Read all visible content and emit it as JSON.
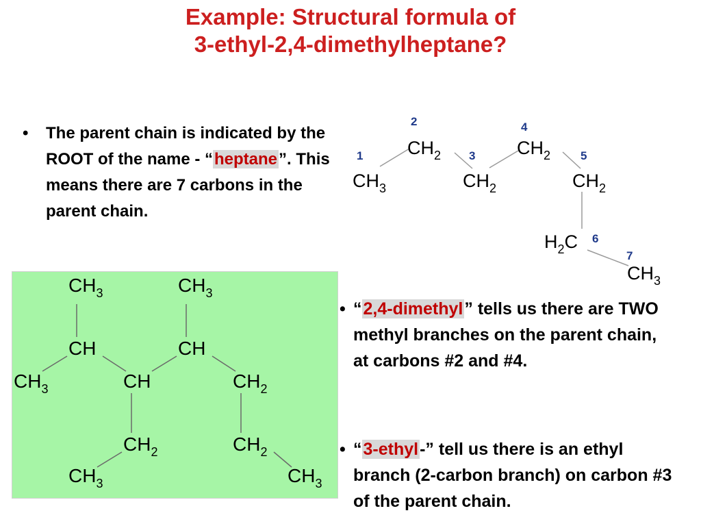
{
  "title": {
    "line1": "Example: Structural formula of",
    "line2": "3-ethyl-2,4-dimethylheptane?"
  },
  "bullets": [
    {
      "marker": "•",
      "pre": "The parent chain is indicated by the ROOT of the name - “",
      "highlight": "heptane",
      "post": "”.  This means there are 7 carbons in the parent chain."
    },
    {
      "marker": "•",
      "pre": "“",
      "highlight": "2,4-dimethyl",
      "post": "” tells us there are TWO methyl branches on the parent chain, at carbons #2 and #4."
    },
    {
      "marker": "•",
      "pre": "“",
      "highlight": "3-ethyl",
      "post": "-” tell us there is an ethyl branch (2-carbon branch) on carbon #3 of the parent chain."
    }
  ],
  "parent_chain": {
    "groups": [
      {
        "base": "CH",
        "sub": "3"
      },
      {
        "base": "CH",
        "sub": "2"
      },
      {
        "base": "CH",
        "sub": "2"
      },
      {
        "base": "CH",
        "sub": "2"
      },
      {
        "base": "CH",
        "sub": "2"
      },
      {
        "pre": "H",
        "sub": "2",
        "base": "C"
      },
      {
        "base": "CH",
        "sub": "3"
      }
    ],
    "numbers": [
      "1",
      "2",
      "3",
      "4",
      "5",
      "6",
      "7"
    ]
  },
  "full_structure": {
    "groups": [
      {
        "base": "CH",
        "sub": "3"
      },
      {
        "base": "CH",
        "sub": "3"
      },
      {
        "base": "CH",
        "sub": ""
      },
      {
        "base": "CH",
        "sub": ""
      },
      {
        "base": "CH",
        "sub": "3"
      },
      {
        "base": "CH",
        "sub": ""
      },
      {
        "base": "CH",
        "sub": "2"
      },
      {
        "base": "CH",
        "sub": "2"
      },
      {
        "base": "CH",
        "sub": "2"
      },
      {
        "base": "CH",
        "sub": "3"
      },
      {
        "base": "CH",
        "sub": "3"
      }
    ]
  },
  "colors": {
    "title": "#cc1f1f",
    "highlight_text": "#c00000",
    "highlight_bg": "#d8d8d8",
    "number_blue": "#1f3a8a",
    "bond_line": "#9a9a9a",
    "panel_green": "#a6f5a6"
  }
}
